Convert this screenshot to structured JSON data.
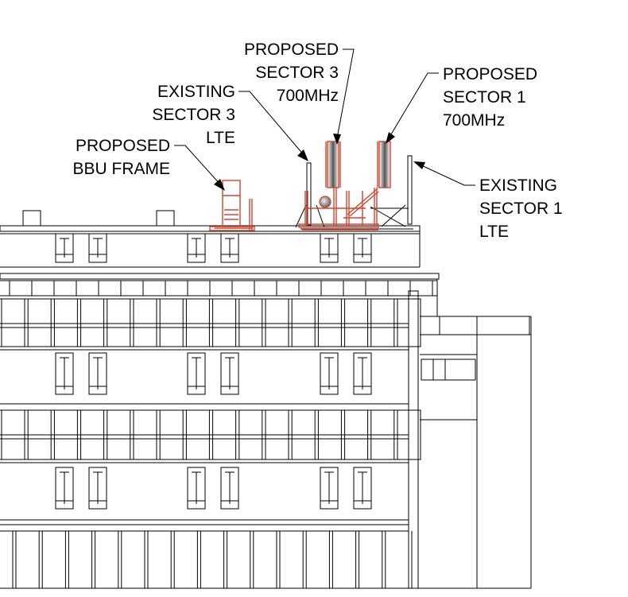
{
  "labels": {
    "proposed_sector3": [
      "PROPOSED",
      "SECTOR 3",
      "700MHz"
    ],
    "existing_sector3": [
      "EXISTING",
      "SECTOR 3",
      "LTE"
    ],
    "proposed_bbu": [
      "PROPOSED",
      "BBU FRAME"
    ],
    "proposed_sector1": [
      "PROPOSED",
      "SECTOR 1",
      "700MHz"
    ],
    "existing_sector1": [
      "EXISTING",
      "SECTOR 1",
      "LTE"
    ]
  },
  "colors": {
    "line": "#000000",
    "proposed": "#d2452c",
    "background": "#ffffff"
  }
}
